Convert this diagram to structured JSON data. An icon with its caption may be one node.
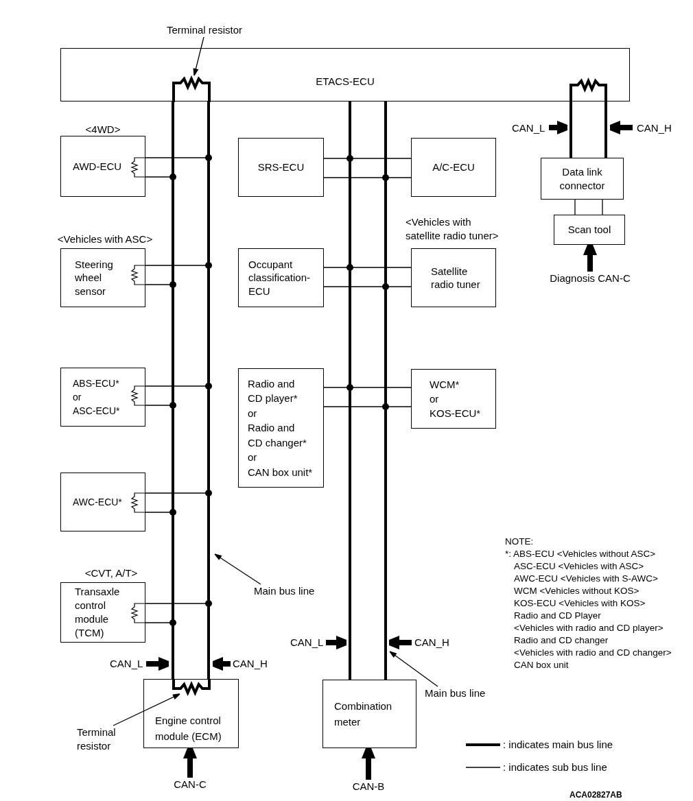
{
  "diagram": {
    "nodes": [
      {
        "text": [
          "ETACS-ECU"
        ]
      },
      {
        "text": [
          "Terminal resistor"
        ]
      },
      {
        "text": [
          "AWD-ECU"
        ],
        "beside": [
          "<4WD>"
        ]
      },
      {
        "text": [
          "SRS-ECU"
        ]
      },
      {
        "text": [
          "A/C-ECU"
        ]
      },
      {
        "text": [
          "Data link connector"
        ]
      },
      {
        "text": [
          "Scan tool"
        ]
      },
      {
        "text": [
          "Diagnosis CAN-C"
        ]
      },
      {
        "text": [
          "Steering wheel sensor"
        ],
        "beside": [
          "<Vehicles with ASC>"
        ]
      },
      {
        "text": [
          "Occupant classification- ECU"
        ]
      },
      {
        "text": [
          "Satellite radio tuner"
        ],
        "beside": [
          "<Vehicles with satellite radio tuner>"
        ]
      },
      {
        "text": [
          "ABS-ECU* or ASC-ECU*"
        ]
      },
      {
        "text": [
          "Radio and CD player* or Radio and CD changer* or CAN box unit*"
        ]
      },
      {
        "text": [
          "WCM* or KOS-ECU*"
        ]
      },
      {
        "text": [
          "AWC-ECU*"
        ]
      },
      {
        "text": [
          "Transaxle control module (TCM)"
        ],
        "beside": [
          "<CVT, A/T>"
        ]
      },
      {
        "text": [
          "Main bus line"
        ]
      },
      {
        "text": [
          "Engine control module (ECM)"
        ]
      },
      {
        "text": [
          "Terminal resistor"
        ]
      },
      {
        "text": [
          "Main bus line"
        ]
      },
      {
        "text": [
          "Combination meter"
        ]
      },
      {
        "text": [
          "CAN-C"
        ]
      },
      {
        "text": [
          "CAN-B"
        ]
      },
      {
        "text": [],
        "shape": "resistor",
        "in": 0
      },
      {
        "text": [],
        "shape": "resistor",
        "in": 17
      }
    ],
    "edges": [
      {
        "from": 0,
        "to": 17,
        "arrow": "none",
        "style": "thick"
      },
      {
        "from": 0,
        "to": 17,
        "arrow": "none",
        "style": "thick"
      },
      {
        "from": 0,
        "to": 20,
        "arrow": "none",
        "style": "thick"
      },
      {
        "from": 0,
        "to": 20,
        "arrow": "none",
        "style": "thick"
      },
      {
        "from": 0,
        "to": 5,
        "arrow": "none",
        "style": "thick"
      },
      {
        "from": 0,
        "to": 5,
        "arrow": "none",
        "style": "thick"
      },
      {
        "from": 5,
        "to": 6,
        "arrow": "none"
      },
      {
        "from": 5,
        "to": 6,
        "arrow": "none"
      },
      {
        "from": 1,
        "to": 23,
        "arrow": "to"
      },
      {
        "from": 2,
        "to": null,
        "arrow": "other"
      },
      {
        "from": 2,
        "to": null,
        "arrow": "other"
      },
      {
        "from": 3,
        "to": 4,
        "arrow": "none"
      },
      {
        "from": 3,
        "to": 4,
        "arrow": "none"
      },
      {
        "from": 7,
        "to": 6,
        "arrow": "to",
        "style": "thick"
      },
      {
        "from": 8,
        "to": null,
        "arrow": "other"
      },
      {
        "from": 8,
        "to": null,
        "arrow": "other"
      },
      {
        "from": 9,
        "to": 10,
        "arrow": "none"
      },
      {
        "from": 9,
        "to": 10,
        "arrow": "none"
      },
      {
        "from": 11,
        "to": null,
        "arrow": "other"
      },
      {
        "from": 11,
        "to": null,
        "arrow": "other"
      },
      {
        "from": 12,
        "to": 13,
        "arrow": "none"
      },
      {
        "from": 12,
        "to": 13,
        "arrow": "none"
      },
      {
        "from": 14,
        "to": null,
        "arrow": "other"
      },
      {
        "from": 14,
        "to": null,
        "arrow": "other"
      },
      {
        "from": 15,
        "to": null,
        "arrow": "other"
      },
      {
        "from": 15,
        "to": null,
        "arrow": "other"
      },
      {
        "from": 16,
        "to": null,
        "arrow": "to"
      },
      {
        "from": 18,
        "to": 24,
        "arrow": "to"
      },
      {
        "from": 19,
        "to": null,
        "arrow": "to"
      },
      {
        "from": 21,
        "to": 17,
        "arrow": "to",
        "style": "thick"
      },
      {
        "from": 22,
        "to": 20,
        "arrow": "to",
        "style": "thick"
      }
    ],
    "labels": [
      "CAN_L",
      "CAN_H",
      "NOTE:",
      "*: ABS-ECU <Vehicles without ASC>",
      "ASC-ECU <Vehicles with ASC>",
      "AWC-ECU <Vehicles with S-AWC>",
      "WCM <Vehicles without KOS>",
      "KOS-ECU <Vehicles with KOS>",
      "Radio and CD Player",
      "<Vehicles with radio and CD player>",
      "Radio and CD changer",
      "<Vehicles with radio and CD changer>",
      "CAN box unit",
      "CAN_L",
      "CAN_H",
      "CAN_L",
      "CAN_H",
      "ACA02827AB"
    ],
    "legend": [
      {
        "text": ": indicates main bus line"
      },
      {
        "text": ": indicates sub bus line"
      }
    ]
  }
}
